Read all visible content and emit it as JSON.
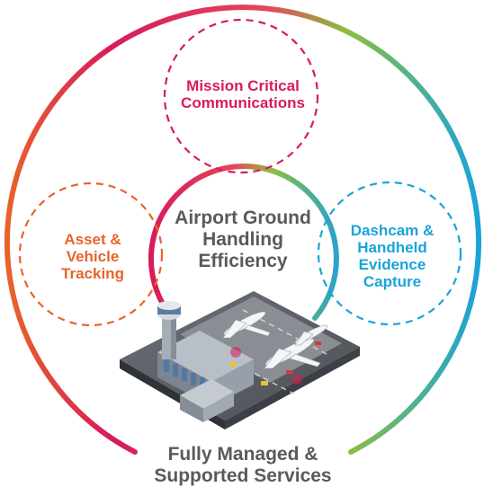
{
  "labels": {
    "mission": {
      "line1": "Mission Critical",
      "line2": "Communications"
    },
    "asset": {
      "line1": "Asset &",
      "line2": "Vehicle",
      "line3": "Tracking"
    },
    "dashcam": {
      "line1": "Dashcam &",
      "line2": "Handheld",
      "line3": "Evidence",
      "line4": "Capture"
    },
    "core": {
      "line1": "Airport Ground",
      "line2": "Handling",
      "line3": "Efficiency"
    },
    "outer": {
      "line1": "Fully Managed &",
      "line2": "Supported Services"
    }
  },
  "colors": {
    "mission": "#d81b5a",
    "asset": "#e8632b",
    "dashcam": "#1aa3d9",
    "core_text": "#5a5a5a",
    "outer_text": "#5a5a5a",
    "ring_gradient": [
      "#e8632b",
      "#d81b5a",
      "#8dbf3f",
      "#2aa88a",
      "#1aa3d9"
    ]
  },
  "illustration": {
    "name": "isometric-airport",
    "icon": "airport-illustration-icon"
  }
}
